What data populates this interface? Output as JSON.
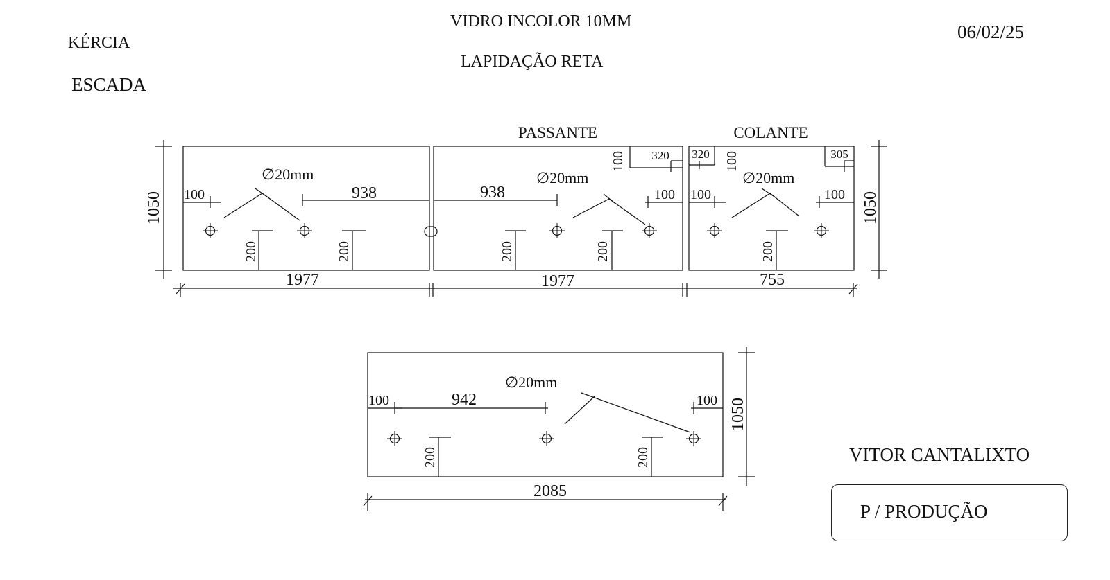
{
  "header": {
    "client": "KÉRCIA",
    "item": "ESCADA",
    "material": "VIDRO INCOLOR 10MM",
    "finish": "LAPIDAÇÃO RETA",
    "date": "06/02/25"
  },
  "footer": {
    "author": "VITOR CANTALIXTO",
    "purpose": "P / PRODUÇÃO"
  },
  "panels": [
    {
      "width_label": "1977",
      "height_label": "1050",
      "hole_label": "∅20mm",
      "edge_offset_left": "100",
      "hole_spacing_right": "938",
      "hole_height_1": "200",
      "hole_height_2": "200"
    },
    {
      "label": "PASSANTE",
      "width_label": "1977",
      "hole_label": "∅20mm",
      "hole_spacing_left": "938",
      "edge_offset_right": "100",
      "notch_height": "100",
      "notch_width": "320",
      "hole_height_1": "200",
      "hole_height_2": "200"
    },
    {
      "label": "COLANTE",
      "width_label": "755",
      "height_label": "1050",
      "hole_label": "∅20mm",
      "edge_offset_left": "100",
      "edge_offset_right": "100",
      "notch_left_width": "320",
      "notch_left_height": "100",
      "notch_right_width": "305",
      "hole_height": "200"
    },
    {
      "width_label": "2085",
      "height_label": "1050",
      "hole_label": "∅20mm",
      "edge_offset_left": "100",
      "hole_spacing": "942",
      "edge_offset_right": "100",
      "hole_height_1": "200",
      "hole_height_2": "200"
    }
  ]
}
